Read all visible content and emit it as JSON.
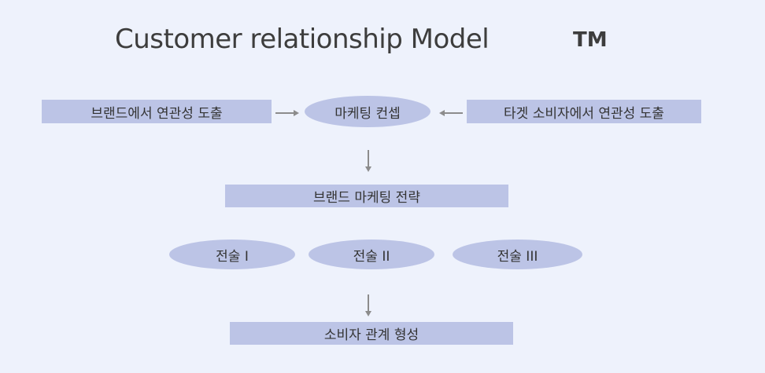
{
  "title": "Customer relationship Model",
  "trademark": "TM",
  "boxes": {
    "brand_relation": "브랜드에서 연관성 도출",
    "marketing_concept": "마케팅 컨셉",
    "target_relation": "타겟 소비자에서 연관성 도출",
    "brand_marketing_strategy": "브랜드 마케팅 전략",
    "tactic_1": "전술 I",
    "tactic_2": "전술 II",
    "tactic_3": "전술 III",
    "consumer_relationship": "소비자 관계 형성"
  },
  "colors": {
    "background": "#eef2fc",
    "box_fill": "#bcc4e6",
    "arrow": "#8c8c8c"
  }
}
